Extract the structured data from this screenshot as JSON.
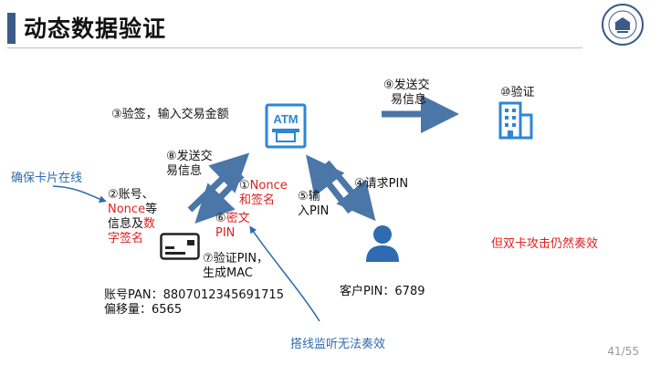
{
  "header": {
    "title": "动态数据验证"
  },
  "labels": {
    "step3": "③验签，输入交易金额",
    "step9_line1": "⑨发送交",
    "step9_line2": "易信息",
    "step10": "⑩验证",
    "step8_line1": "⑧发送交",
    "step8_line2": "易信息",
    "step1_num": "①",
    "step1_red_line1": "Nonce",
    "step1_red_line2": "和签名",
    "step4": "④请求PIN",
    "step5_line1": "⑤输",
    "step5_line2": "入PIN",
    "step2_line1": "②账号、",
    "step2_red_nonce": "Nonce",
    "step2_line2_suffix": "等",
    "step2_line3_prefix": "信息及",
    "step2_red_sig1": "数",
    "step2_red_sig2": "字签名",
    "step6_num": "⑥",
    "step6_red_line1": "密文",
    "step6_red_line2": "PIN",
    "step7_line1": "⑦验证PIN，",
    "step7_line2": "生成MAC",
    "account_line1": "账号PAN：8807012345691715",
    "account_line2": "偏移量：6565",
    "customer_pin": "客户PIN：6789",
    "double_card": "但双卡攻击仍然奏效",
    "card_online": "确保卡片在线",
    "wiretap": "搭线监听无法奏效",
    "atm_text": "ATM",
    "page_number": "41/55"
  },
  "icons": {
    "atm": "atm-icon",
    "bank": "bank-building-icon",
    "card": "credit-card-icon",
    "user": "user-icon",
    "logo": "university-logo"
  },
  "colors": {
    "accent_blue": "#2e6bb0",
    "arrow_blue": "#4a76a8",
    "red": "#e02020",
    "title_bar": "#3b5a87"
  }
}
